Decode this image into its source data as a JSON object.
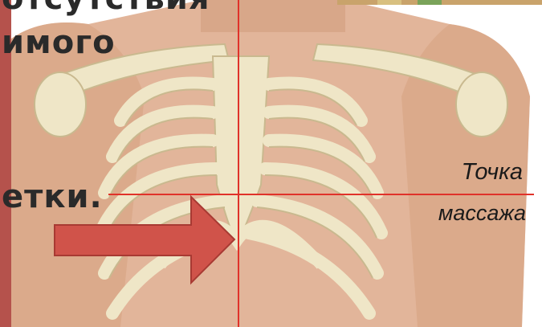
{
  "slide": {
    "text_lines": [
      "отсутствия",
      "имого",
      "етки."
    ],
    "caption_line1": "Точка",
    "caption_line2": "массажа"
  },
  "colors": {
    "marker_line": "#e0322a",
    "arrow_fill": "#d0534a",
    "arrow_stroke": "#a83a33",
    "left_bar": "#b5524c",
    "skin": "#e2b59a",
    "bone": "#efe6c7"
  },
  "icons": [
    "right-arrow-icon"
  ]
}
